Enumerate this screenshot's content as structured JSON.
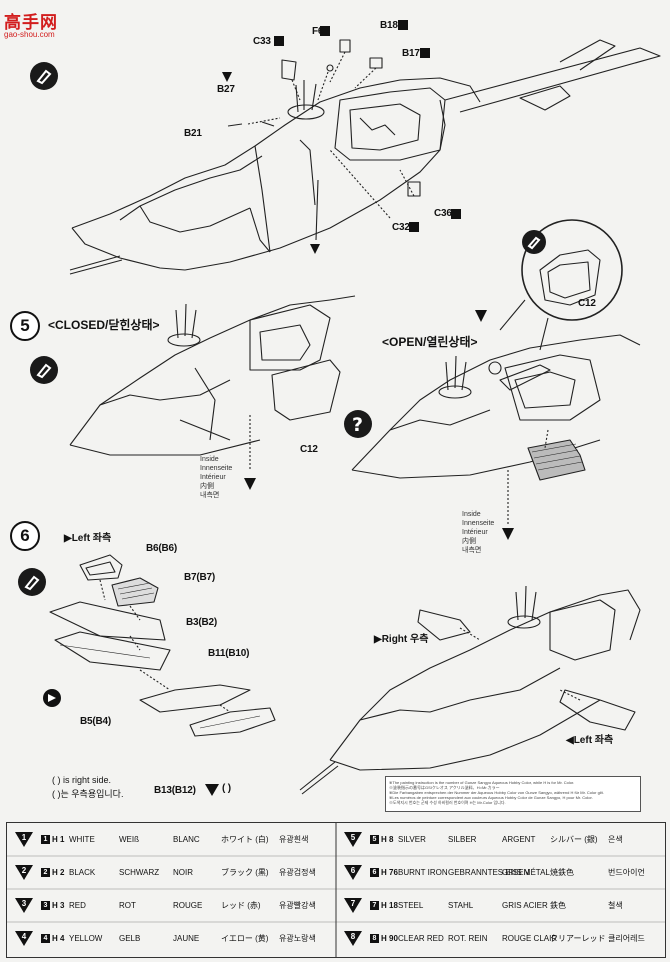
{
  "watermark": {
    "title": "高手网",
    "url": "gao-shou.com"
  },
  "top": {
    "labels": {
      "c33": "C33",
      "f6": "F6",
      "b18": "B18",
      "b17": "B17",
      "b27": "B27",
      "b21": "B21",
      "c32": "C32",
      "c36": "C36"
    }
  },
  "step5": {
    "number": "5",
    "closed_title": "<CLOSED/닫힌상태>",
    "open_title": "<OPEN/열린상태>",
    "c12_closed": "C12",
    "c12_inset": "C12",
    "inside_closed": [
      "Inside",
      "Innenseite",
      "Intérieur",
      "内側",
      "내측면"
    ],
    "inside_open": [
      "Inside",
      "Innenseite",
      "Intérieur",
      "内側",
      "내측면"
    ]
  },
  "step6": {
    "number": "6",
    "left_label": "▶Left 좌측",
    "right_label": "▶Right 우측",
    "left_label_2": "◀Left 좌측",
    "parts": {
      "b6": "B6(B6)",
      "b7": "B7(B7)",
      "b3": "B3(B2)",
      "b11": "B11(B10)",
      "b5": "B5(B4)",
      "b13": "B13(B12)",
      "paint_ref": "(  )"
    },
    "note_lines": [
      "( ) is right side.",
      "( )는 우측용입니다."
    ]
  },
  "legend_note": [
    "※The painting instruction is the number of Gunze Sangyo Aqueous Hobby Color, while H is for Mr. Color.",
    "※塗装指示の番号はGSIクレオス アクリル塗料、H=Mr.カラー",
    "※Die Farbangaben entsprechen der Nummer der Aqueous Hobby Color von Gunze Sangyo, während H für Mr. Color gilt.",
    "※Les numéros de peinture correspondent aux couleurs Aqueous Hobby Color de Gunze Sangyo, H pour Mr. Color.",
    "※도색지시 번호는 군제 수성 하비컬러 번호이며 H는 Mr.Color 입니다."
  ],
  "colors": [
    {
      "num": "1",
      "code": "H 1",
      "en": "WHITE",
      "de": "WEIß",
      "fr": "BLANC",
      "jp": "ホワイト (白)",
      "kr": "유광흰색"
    },
    {
      "num": "2",
      "code": "H 2",
      "en": "BLACK",
      "de": "SCHWARZ",
      "fr": "NOIR",
      "jp": "ブラック (黒)",
      "kr": "유광검정색"
    },
    {
      "num": "3",
      "code": "H 3",
      "en": "RED",
      "de": "ROT",
      "fr": "ROUGE",
      "jp": "レッド (赤)",
      "kr": "유광빨강색"
    },
    {
      "num": "4",
      "code": "H 4",
      "en": "YELLOW",
      "de": "GELB",
      "fr": "JAUNE",
      "jp": "イエロー (黄)",
      "kr": "유광노랑색"
    },
    {
      "num": "5",
      "code": "H 8",
      "en": "SILVER",
      "de": "SILBER",
      "fr": "ARGENT",
      "jp": "シルバー (銀)",
      "kr": "은색"
    },
    {
      "num": "6",
      "code": "H 76",
      "en": "BURNT IRON",
      "de": "GEBRANNTES EISEN",
      "fr": "GRIS MÉTAL",
      "jp": "焼鉄色",
      "kr": "번드아이언"
    },
    {
      "num": "7",
      "code": "H 18",
      "en": "STEEL",
      "de": "STAHL",
      "fr": "GRIS ACIER",
      "jp": "鉄色",
      "kr": "철색"
    },
    {
      "num": "8",
      "code": "H 90",
      "en": "CLEAR RED",
      "de": "ROT. REIN",
      "fr": "ROUGE CLAIR",
      "jp": "クリアーレッド",
      "kr": "클리어레드"
    }
  ]
}
